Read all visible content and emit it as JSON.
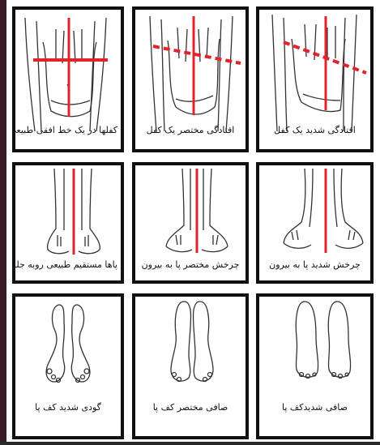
{
  "accent_color": "#e2232a",
  "rows": [
    {
      "name": "knees",
      "panels": [
        {
          "caption": "کفلها در یک خط افقی طبیعی",
          "line_style": "solid",
          "pelvic_tilt": "none",
          "icon": "hip-level-icon"
        },
        {
          "caption": "افتادگی مختصر یک کفل",
          "line_style": "dashed",
          "pelvic_tilt": "mild",
          "icon": "hip-mild-tilt-icon"
        },
        {
          "caption": "افتادگی شدید یک کفل",
          "line_style": "dashed",
          "pelvic_tilt": "severe",
          "icon": "hip-severe-tilt-icon"
        }
      ]
    },
    {
      "name": "heels",
      "panels": [
        {
          "caption": "پاها مستقیم طبیعی روبه جلو",
          "line_style": "solid",
          "heel_rotation": "none",
          "icon": "heel-straight-icon"
        },
        {
          "caption": "چرخش مختصر پا به بیرون",
          "line_style": "solid",
          "heel_rotation": "mild",
          "icon": "heel-mild-rotation-icon"
        },
        {
          "caption": "چرخش شدید پا به بیرون",
          "line_style": "solid",
          "heel_rotation": "severe",
          "icon": "heel-severe-rotation-icon"
        }
      ]
    },
    {
      "name": "footprints",
      "panels": [
        {
          "caption": "گودی شدید کف پا",
          "arch": "high",
          "icon": "footprint-high-arch-icon"
        },
        {
          "caption": "صافی مختصر کف پا",
          "arch": "mild-flat",
          "icon": "footprint-mild-flat-icon"
        },
        {
          "caption": "صافی شدیدکف پا",
          "arch": "flat",
          "icon": "footprint-flat-icon"
        }
      ]
    }
  ]
}
